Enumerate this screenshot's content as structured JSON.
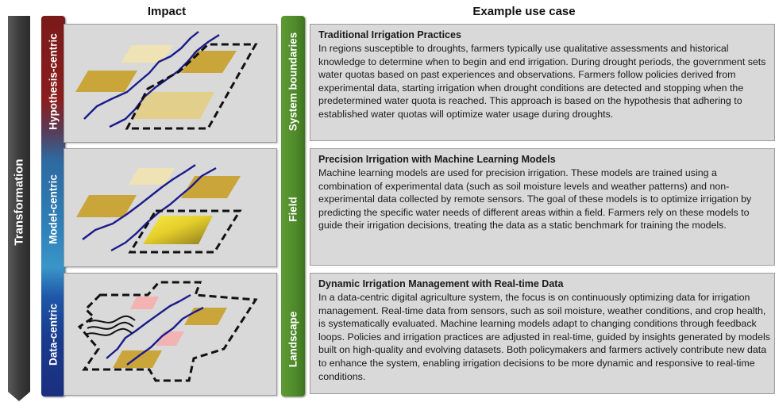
{
  "headers": {
    "impact": "Impact",
    "example": "Example use case"
  },
  "axis_label": "Transformation",
  "levels": [
    {
      "paradigm": "Hypothesis-centric",
      "scale": "System boundaries",
      "title": "Traditional Irrigation Practices",
      "body": "In regions susceptible to droughts, farmers typically use qualitative assessments and historical knowledge to determine when to begin and end irrigation. During drought periods, the government sets water quotas based on past experiences and observations. Farmers follow policies derived from experimental data, starting irrigation when drought conditions are detected and stopping when the predetermined water quota is reached. This approach is based on the hypothesis that adhering to established water quotas will optimize water usage during droughts."
    },
    {
      "paradigm": "Model-centric",
      "scale": "Field",
      "title": "Precision Irrigation with Machine Learning Models",
      "body": "Machine learning models are used for precision irrigation. These models are trained using a combination of experimental data (such as soil moisture levels and weather patterns) and non-experimental data collected by remote sensors. The goal of these models is to optimize irrigation by predicting the specific water needs of different areas within a field. Farmers rely on these models to guide their irrigation decisions, treating the data as a static benchmark for training the models."
    },
    {
      "paradigm": "Data-centric",
      "scale": "Landscape",
      "title": "Dynamic Irrigation Management with Real-time Data",
      "body": "In a data-centric digital agriculture system, the focus is on continuously optimizing data for irrigation management. Real-time data from sensors, such as soil moisture, weather conditions, and crop health, is systematically evaluated. Machine learning models adapt to changing conditions through feedback loops. Policies and irrigation practices are adjusted in real-time, guided by insights generated by models built on high-quality and evolving datasets. Both policymakers and farmers actively contribute new data to enhance the system, enabling irrigation decisions to be more dynamic and responsive to real-time conditions."
    }
  ],
  "colors": {
    "field_gold": "#c9a53a",
    "field_light": "#efe2b4",
    "field_pale": "#e3cf8c",
    "field_pink": "#f2b3b3",
    "river": "#1c1c8c",
    "panel": "#d9d9d9"
  }
}
